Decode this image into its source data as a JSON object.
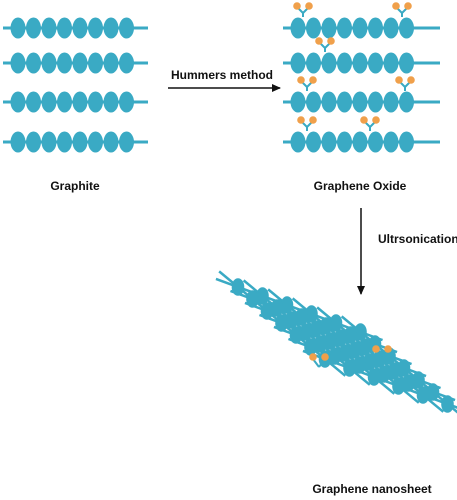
{
  "labels": {
    "graphite": "Graphite",
    "graphene_oxide": "Graphene Oxide",
    "graphene_nanosheet": "Graphene nanosheet"
  },
  "steps": {
    "hummers": "Hummers method",
    "ultrasonication": "Ultrsonication"
  },
  "colors": {
    "carbon": "#3aaac4",
    "oxygen_group": "#f0a04b",
    "arrow": "#111111"
  }
}
